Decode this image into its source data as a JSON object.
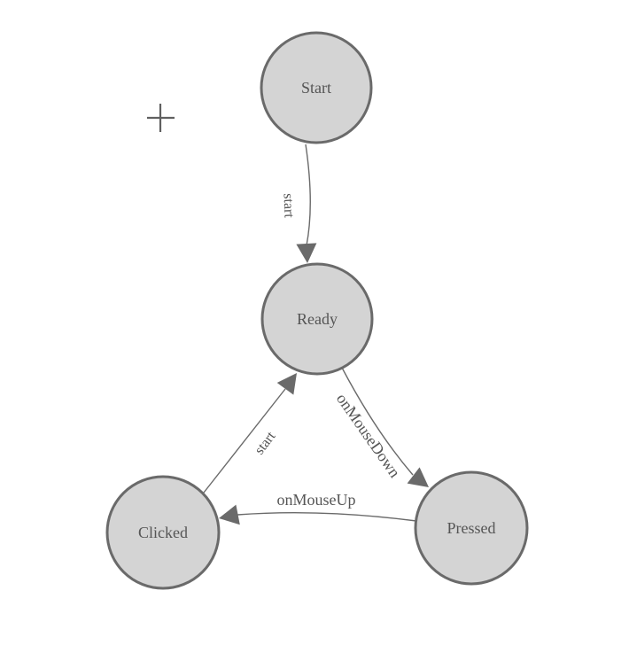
{
  "diagram": {
    "type": "state-machine",
    "nodes": [
      {
        "id": "start",
        "label": "Start"
      },
      {
        "id": "ready",
        "label": "Ready"
      },
      {
        "id": "clicked",
        "label": "Clicked"
      },
      {
        "id": "pressed",
        "label": "Pressed"
      }
    ],
    "edges": [
      {
        "from": "start",
        "to": "ready",
        "label": "start"
      },
      {
        "from": "clicked",
        "to": "ready",
        "label": "start"
      },
      {
        "from": "ready",
        "to": "pressed",
        "label": "onMouseDown"
      },
      {
        "from": "pressed",
        "to": "clicked",
        "label": "onMouseUp"
      }
    ],
    "icons": {
      "crosshair": "+"
    },
    "colors": {
      "background": "#ffffff",
      "node_fill": "#d4d4d4",
      "node_border": "#6a6a6a",
      "edge_line": "#6a6a6a",
      "arrowhead": "#6a6a6a",
      "label_text": "#555555",
      "crosshair": "#606060"
    }
  }
}
